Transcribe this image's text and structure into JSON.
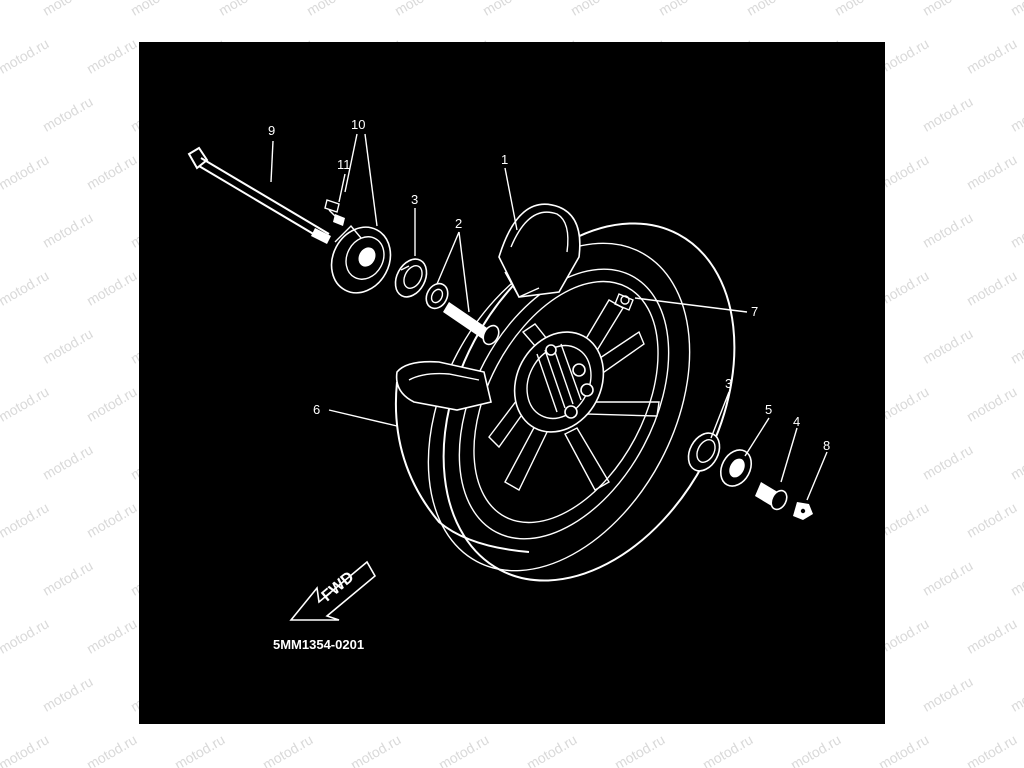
{
  "diagram": {
    "part_code": "5MM1354-0201",
    "fwd_label": "FWD",
    "watermark_text": "motod.ru",
    "callouts": [
      "1",
      "2",
      "3",
      "3",
      "4",
      "5",
      "6",
      "7",
      "8",
      "9",
      "10",
      "11"
    ]
  },
  "colors": {
    "background": "#000000",
    "lines": "#ffffff",
    "page": "#ffffff",
    "watermark": "#d9d9d9"
  }
}
